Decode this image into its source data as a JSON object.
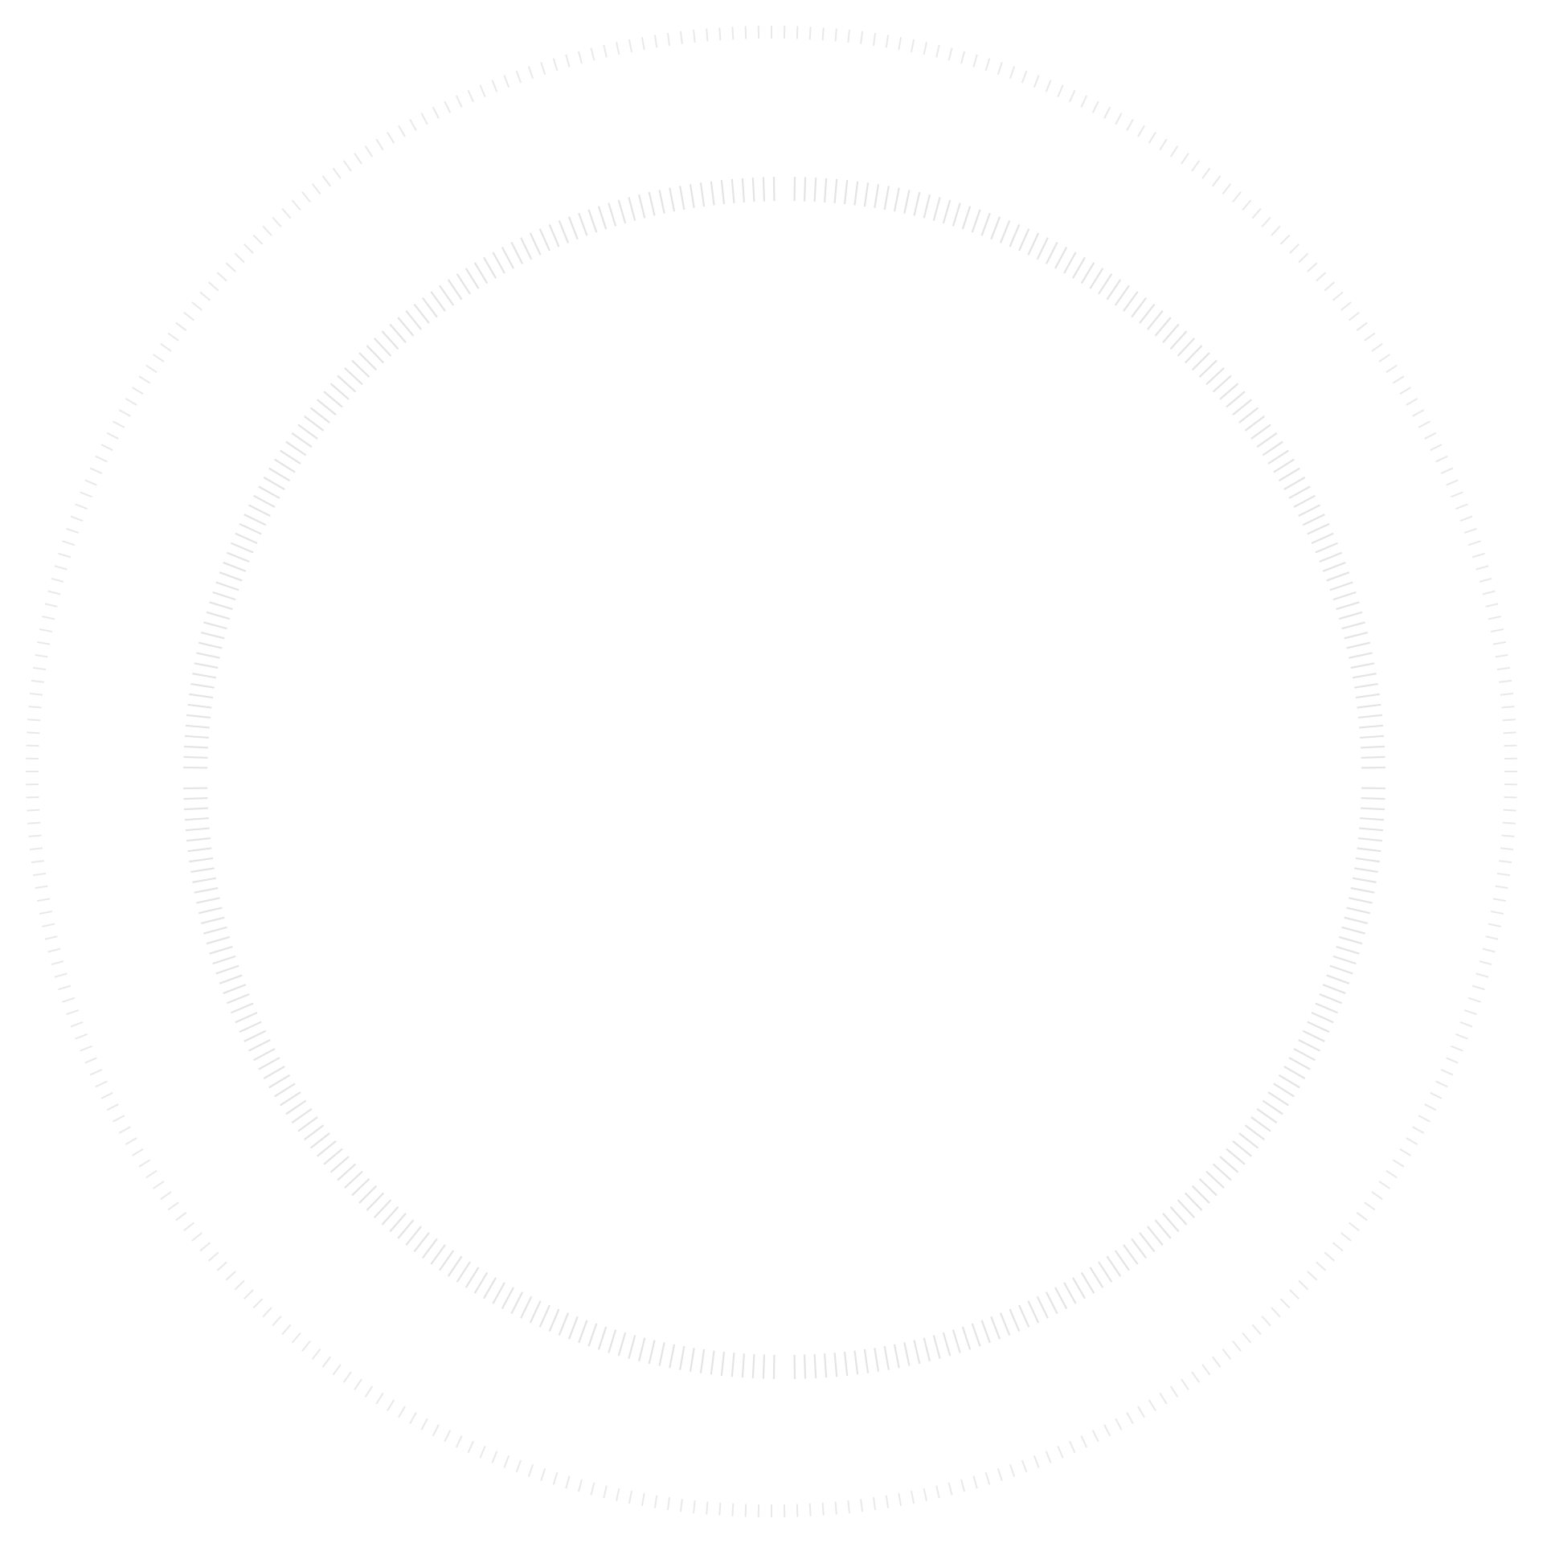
{
  "canvas": {
    "background_color": "#ffffff"
  },
  "rings": [
    {
      "name": "outer-tick-ring",
      "tick_count": 360,
      "tick_color": "#e9e9ea",
      "skip_ticks": []
    },
    {
      "name": "inner-tick-ring",
      "tick_count": 360,
      "tick_color": "#e4e4e6",
      "skip_ticks": [
        0,
        90,
        180,
        270
      ]
    }
  ]
}
